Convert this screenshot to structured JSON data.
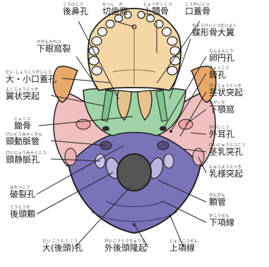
{
  "colors": {
    "skull_outline": "#1e1e1e",
    "occipital": "#7a73b8",
    "temporal": "#f0bfc0",
    "sphenoid": "#9fd3a6",
    "palate": "#f5d7a6",
    "zygomatic": "#e8a86a",
    "teeth": "#f3f3f3",
    "foramen_magnum": "#555555",
    "leader_line": "#222222"
  },
  "labels_top": [
    {
      "id": "incisive-foramen",
      "ruby": "こうびこう",
      "text": "後鼻孔"
    },
    {
      "id": "incisive-fossa",
      "ruby": "せっし　か",
      "text": "切歯窩"
    },
    {
      "id": "maxilla",
      "ruby": "じょうがくこつ",
      "text": "上顎骨"
    },
    {
      "id": "palatine-bone",
      "ruby": "こうがいこつ",
      "text": "口蓋骨"
    }
  ],
  "labels_left": [
    {
      "id": "inferior-orbital-fissure",
      "ruby": "かがんかれつ",
      "text": "下眼窩裂"
    },
    {
      "id": "greater-lesser-palatine-foramen",
      "ruby": "だい しょうこうがいこう",
      "text": "大・小口蓋孔"
    },
    {
      "id": "pterygoid-process",
      "ruby": "よくじょうとっき",
      "text": "翼状突起"
    },
    {
      "id": "vomer",
      "ruby": "じょこつ",
      "text": "鋤骨"
    },
    {
      "id": "carotid-canal",
      "ruby": "けいどうみゃくかん",
      "text": "頸動脈管"
    },
    {
      "id": "jugular-foramen",
      "ruby": "けいじょうみゃくこう",
      "text": "頸静脈孔"
    },
    {
      "id": "foramen-lacerum",
      "ruby": "はれつこう",
      "text": "破裂孔"
    },
    {
      "id": "occipital-condyle",
      "ruby": "こうとうか",
      "text": "後頭顆"
    },
    {
      "id": "foramen-magnum",
      "ruby": "だい こうとう こう",
      "text": "大(後頭)孔"
    }
  ],
  "labels_right": [
    {
      "id": "greater-wing-sphenoid",
      "ruby": "ちょうけいこつだいよく",
      "text": "蝶形骨大翼"
    },
    {
      "id": "foramen-ovale",
      "ruby": "らんえんこう",
      "text": "卵円孔"
    },
    {
      "id": "foramen-spinosum",
      "ruby": "きょくこう",
      "text": "棘孔"
    },
    {
      "id": "styloid-process",
      "ruby": "けいじょうとっき",
      "text": "茎状突起"
    },
    {
      "id": "mandibular-fossa",
      "ruby": "かがくか",
      "text": "下顎窩"
    },
    {
      "id": "external-acoustic-meatus",
      "ruby": "がいじこう",
      "text": "外耳孔"
    },
    {
      "id": "stylomastoid-foramen",
      "ruby": "けいにゅうとつこう",
      "text": "茎乳突孔"
    },
    {
      "id": "mastoid-process",
      "ruby": "にゅうようとっき",
      "text": "乳様突起"
    },
    {
      "id": "hypoglossal-canal",
      "ruby": "がんかん",
      "text": "顆管"
    },
    {
      "id": "inferior-nuchal-line",
      "ruby": "かこうせん",
      "text": "下項線"
    },
    {
      "id": "superior-nuchal-line",
      "ruby": "じょうこうせん",
      "text": "上項線"
    }
  ],
  "labels_bottom": [
    {
      "id": "external-occipital-protuberance",
      "ruby": "がいこうとうりゅうき",
      "text": "外後頭隆起"
    }
  ]
}
